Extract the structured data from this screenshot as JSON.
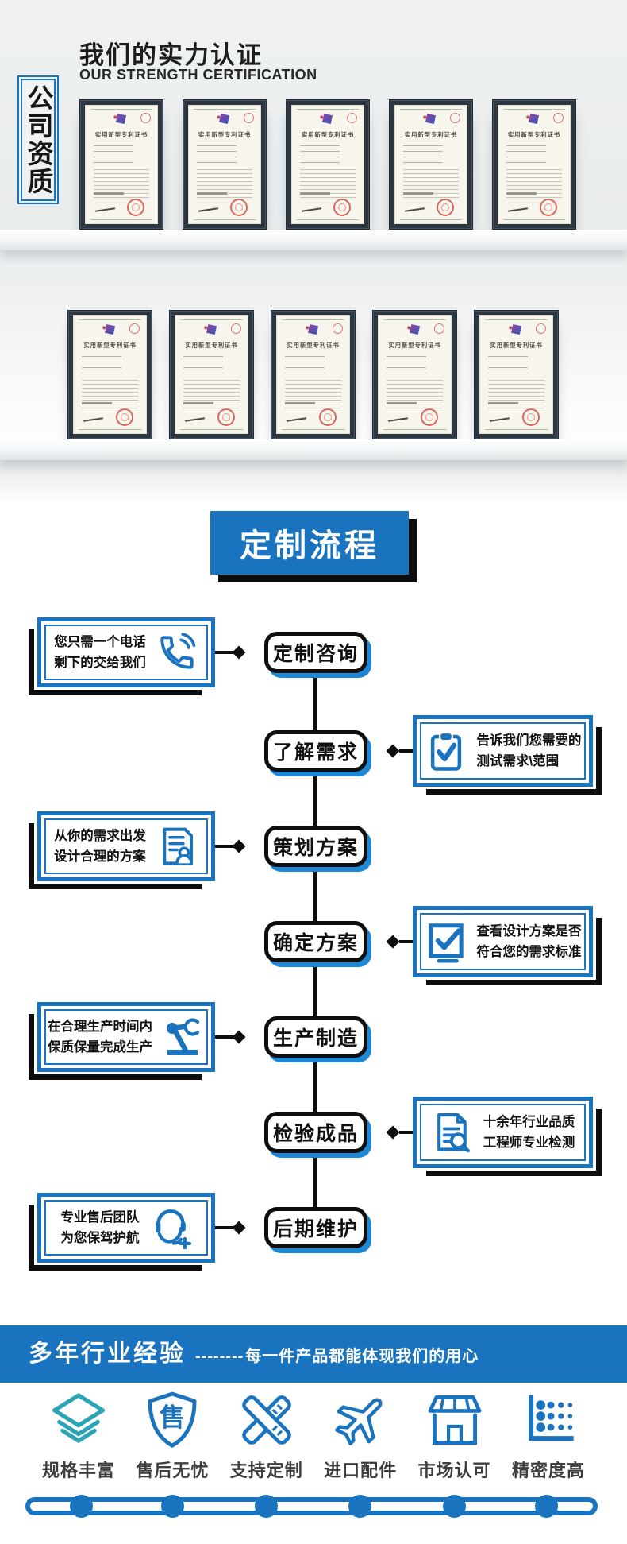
{
  "colors": {
    "accent_blue": "#1a73be",
    "pill_shadow_blue": "#1d87d8",
    "outline_black": "#0e0e0e",
    "teal": "#2ba4b5",
    "bar_blue": "#1a73be"
  },
  "cert_section": {
    "vertical_label": "公司资质",
    "title": "我们的实力认证",
    "subtitle": "OUR STRENGTH CERTIFICATION",
    "certificate_title": "实用新型专利证书",
    "shelves": 2,
    "certificates_per_shelf": 5
  },
  "flow_section": {
    "header": "定制流程",
    "steps": [
      {
        "pill": "定制咨询",
        "side": "left",
        "icon": "phone-icon",
        "lines": [
          "您只需一个电话",
          "剩下的交给我们"
        ]
      },
      {
        "pill": "了解需求",
        "side": "right",
        "icon": "clipboard-check-icon",
        "lines": [
          "告诉我们您需要的",
          "测试需求\\范围"
        ]
      },
      {
        "pill": "策划方案",
        "side": "left",
        "icon": "resume-document-icon",
        "lines": [
          "从你的需求出发",
          "设计合理的方案"
        ]
      },
      {
        "pill": "确定方案",
        "side": "right",
        "icon": "checkbox-check-icon",
        "lines": [
          "查看设计方案是否",
          "符合您的需求标准"
        ]
      },
      {
        "pill": "生产制造",
        "side": "left",
        "icon": "robot-arm-icon",
        "lines": [
          "在合理生产时间内",
          "保质保量完成生产"
        ]
      },
      {
        "pill": "检验成品",
        "side": "right",
        "icon": "document-search-icon",
        "lines": [
          "十余年行业品质",
          "工程师专业检测"
        ]
      },
      {
        "pill": "后期维护",
        "side": "left",
        "icon": "customer-service-icon",
        "lines": [
          "专业售后团队",
          "为您保驾护航"
        ]
      }
    ]
  },
  "experience_section": {
    "title": "多年行业经验",
    "dashes": "--------",
    "subtitle": "每一件产品都能体现我们的用心",
    "features": [
      {
        "label": "规格丰富",
        "icon": "layers-icon"
      },
      {
        "label": "售后无忧",
        "icon": "shield-icon",
        "badge_char": "售"
      },
      {
        "label": "支持定制",
        "icon": "ruler-pen-icon"
      },
      {
        "label": "进口配件",
        "icon": "airplane-icon"
      },
      {
        "label": "市场认可",
        "icon": "storefront-icon"
      },
      {
        "label": "精密度高",
        "icon": "precision-chart-icon"
      }
    ]
  }
}
